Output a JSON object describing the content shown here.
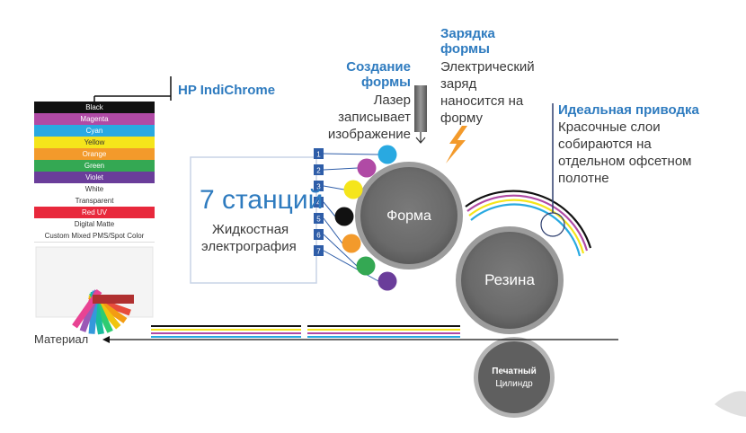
{
  "title": "HP IndiChrome",
  "colors": [
    {
      "label": "Black",
      "bg": "#111111",
      "fg": "#ffffff"
    },
    {
      "label": "Magenta",
      "bg": "#b04aa5",
      "fg": "#ffffff"
    },
    {
      "label": "Cyan",
      "bg": "#29a9e1",
      "fg": "#ffffff"
    },
    {
      "label": "Yellow",
      "bg": "#f5e51b",
      "fg": "#333333"
    },
    {
      "label": "Orange",
      "bg": "#f39a2b",
      "fg": "#ffffff"
    },
    {
      "label": "Green",
      "bg": "#34a853",
      "fg": "#ffffff"
    },
    {
      "label": "Violet",
      "bg": "#6a3d9a",
      "fg": "#ffffff"
    },
    {
      "label": "White",
      "bg": "#ffffff",
      "fg": "#333333"
    },
    {
      "label": "Transparent",
      "bg": "#ffffff",
      "fg": "#333333"
    },
    {
      "label": "Red UV",
      "bg": "#e8283c",
      "fg": "#ffffff"
    },
    {
      "label": "Digital Matte",
      "bg": "#ffffff",
      "fg": "#333333"
    },
    {
      "label": "Custom Mixed PMS/Spot Color",
      "bg": "#ffffff",
      "fg": "#333333"
    }
  ],
  "stations": {
    "big": "7 станций",
    "small1": "Жидкостная",
    "small2": "электрография"
  },
  "numbers": [
    "1",
    "2",
    "3",
    "4",
    "5",
    "6",
    "7"
  ],
  "ink_colors": [
    "#29a9e1",
    "#b04aa5",
    "#f5e51b",
    "#111111",
    "#f39a2b",
    "#34a853",
    "#6a3d9a"
  ],
  "forma": {
    "title1": "Создание",
    "title2": "формы",
    "text1": "Лазер",
    "text2": "записывает",
    "text3": "изображение"
  },
  "zaryadka": {
    "title1": "Зарядка",
    "title2": "формы",
    "text1": "Электрический",
    "text2": "заряд",
    "text3": "наносится на",
    "text4": "форму"
  },
  "privodka": {
    "title": "Идеальная приводка",
    "text1": "Красочные слои",
    "text2": "собираются на",
    "text3": "отдельном офсетном",
    "text4": "полотне"
  },
  "cylinders": {
    "forma": "Форма",
    "rezina": "Резина",
    "pechat1": "Печатный",
    "pechat2": "Цилиндр"
  },
  "material": "Материал"
}
